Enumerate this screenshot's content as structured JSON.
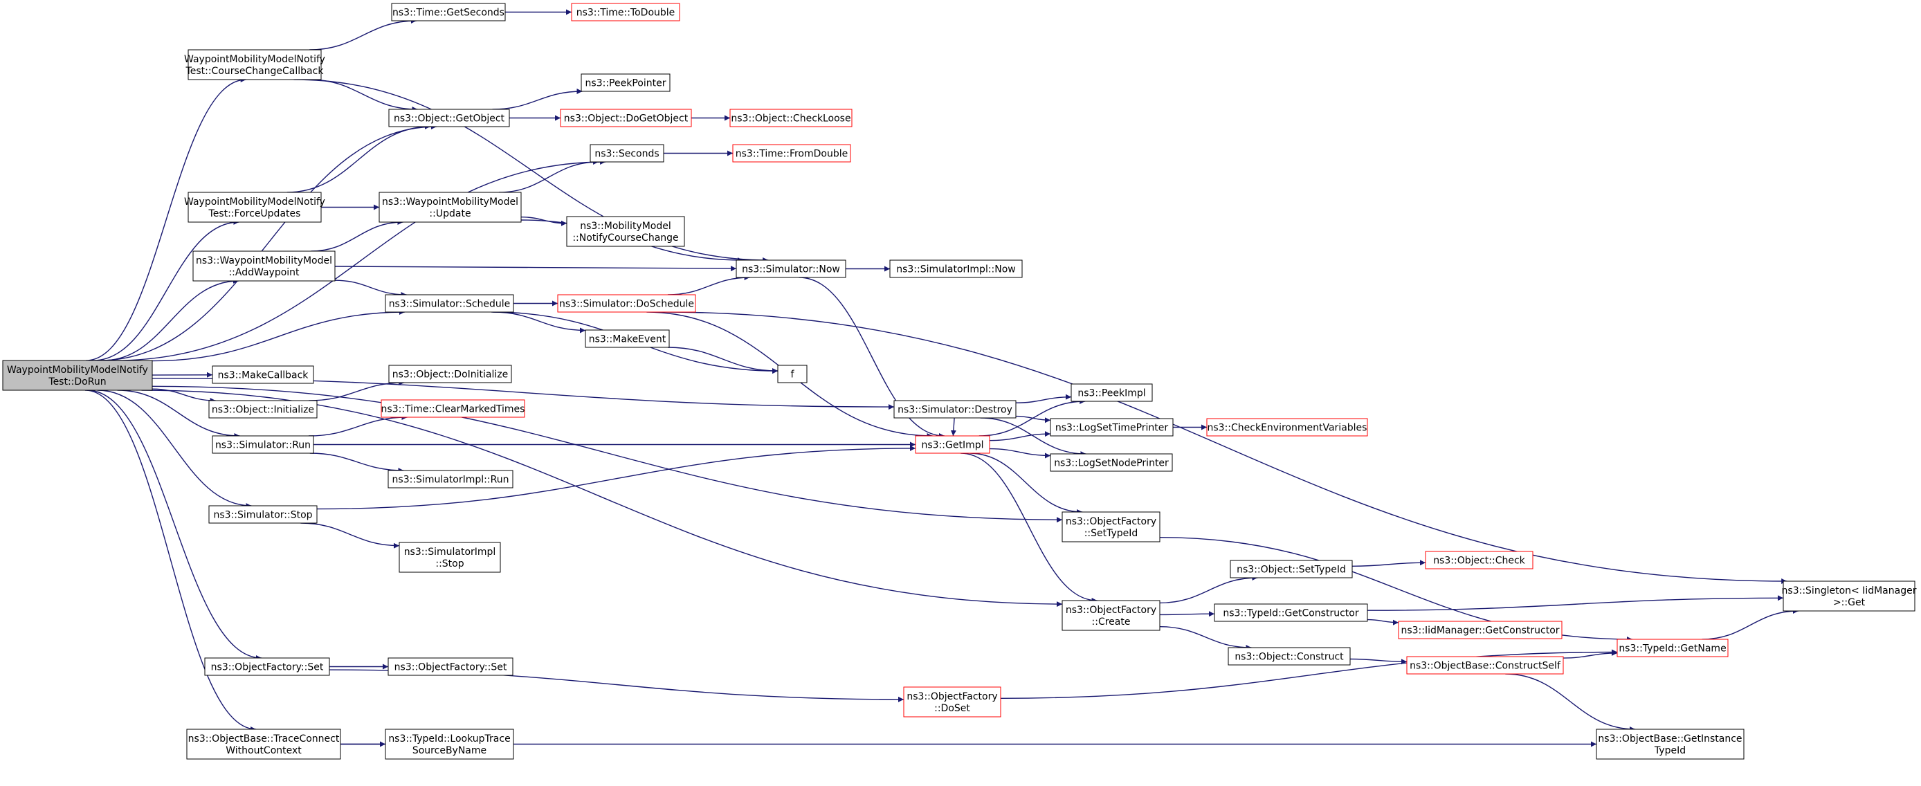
{
  "colors": {
    "edge": "#191970",
    "node_border": "#000000",
    "node_undocumented_border": "#ff0000",
    "root_fill": "#bfbfbf",
    "node_fill": "#ffffff"
  },
  "nodes": [
    {
      "id": "root",
      "lines": [
        "WaypointMobilityModelNotify",
        "Test::DoRun"
      ],
      "style": "root"
    },
    {
      "id": "ccc",
      "lines": [
        "WaypointMobilityModelNotify",
        "Test::CourseChangeCallback"
      ],
      "style": "normal"
    },
    {
      "id": "fu",
      "lines": [
        "WaypointMobilityModelNotify",
        "Test::ForceUpdates"
      ],
      "style": "normal"
    },
    {
      "id": "aw",
      "lines": [
        "ns3::WaypointMobilityModel",
        "::AddWaypoint"
      ],
      "style": "normal"
    },
    {
      "id": "mc",
      "lines": [
        "ns3::MakeCallback"
      ],
      "style": "normal"
    },
    {
      "id": "oi",
      "lines": [
        "ns3::Object::Initialize"
      ],
      "style": "normal"
    },
    {
      "id": "sr",
      "lines": [
        "ns3::Simulator::Run"
      ],
      "style": "normal"
    },
    {
      "id": "sst",
      "lines": [
        "ns3::Simulator::Stop"
      ],
      "style": "normal"
    },
    {
      "id": "ofs",
      "lines": [
        "ns3::ObjectFactory::Set"
      ],
      "style": "normal"
    },
    {
      "id": "tc",
      "lines": [
        "ns3::ObjectBase::TraceConnect",
        "WithoutContext"
      ],
      "style": "normal"
    },
    {
      "id": "tgs",
      "lines": [
        "ns3::Time::GetSeconds"
      ],
      "style": "normal"
    },
    {
      "id": "go",
      "lines": [
        "ns3::Object::GetObject"
      ],
      "style": "normal"
    },
    {
      "id": "sec",
      "lines": [
        "ns3::Seconds"
      ],
      "style": "normal"
    },
    {
      "id": "wu",
      "lines": [
        "ns3::WaypointMobilityModel",
        "::Update"
      ],
      "style": "normal"
    },
    {
      "id": "ssch",
      "lines": [
        "ns3::Simulator::Schedule"
      ],
      "style": "normal"
    },
    {
      "id": "odi",
      "lines": [
        "ns3::Object::DoInitialize"
      ],
      "style": "normal"
    },
    {
      "id": "tcmt",
      "lines": [
        "ns3::Time::ClearMarkedTimes"
      ],
      "style": "undocumented"
    },
    {
      "id": "sir",
      "lines": [
        "ns3::SimulatorImpl::Run"
      ],
      "style": "normal"
    },
    {
      "id": "sis",
      "lines": [
        "ns3::SimulatorImpl",
        "::Stop"
      ],
      "style": "normal"
    },
    {
      "id": "ofs2",
      "lines": [
        "ns3::ObjectFactory::Set"
      ],
      "style": "normal"
    },
    {
      "id": "tlt",
      "lines": [
        "ns3::TypeId::LookupTrace",
        "SourceByName"
      ],
      "style": "normal"
    },
    {
      "id": "ttd",
      "lines": [
        "ns3::Time::ToDouble"
      ],
      "style": "undocumented"
    },
    {
      "id": "pp",
      "lines": [
        "ns3::PeekPointer"
      ],
      "style": "normal"
    },
    {
      "id": "odgo",
      "lines": [
        "ns3::Object::DoGetObject"
      ],
      "style": "undocumented"
    },
    {
      "id": "ocl",
      "lines": [
        "ns3::Object::CheckLoose"
      ],
      "style": "undocumented"
    },
    {
      "id": "tfd",
      "lines": [
        "ns3::Time::FromDouble"
      ],
      "style": "undocumented"
    },
    {
      "id": "mmncc",
      "lines": [
        "ns3::MobilityModel",
        "::NotifyCourseChange"
      ],
      "style": "normal"
    },
    {
      "id": "snow",
      "lines": [
        "ns3::Simulator::Now"
      ],
      "style": "normal"
    },
    {
      "id": "sinow",
      "lines": [
        "ns3::SimulatorImpl::Now"
      ],
      "style": "normal"
    },
    {
      "id": "sds",
      "lines": [
        "ns3::Simulator::DoSchedule"
      ],
      "style": "undocumented"
    },
    {
      "id": "me",
      "lines": [
        "ns3::MakeEvent"
      ],
      "style": "normal"
    },
    {
      "id": "f",
      "lines": [
        "f"
      ],
      "style": "normal"
    },
    {
      "id": "sdes",
      "lines": [
        "ns3::Simulator::Destroy"
      ],
      "style": "normal"
    },
    {
      "id": "gi",
      "lines": [
        "ns3::GetImpl"
      ],
      "style": "undocumented"
    },
    {
      "id": "pi",
      "lines": [
        "ns3::PeekImpl"
      ],
      "style": "normal"
    },
    {
      "id": "ltp",
      "lines": [
        "ns3::LogSetTimePrinter"
      ],
      "style": "normal"
    },
    {
      "id": "lnp",
      "lines": [
        "ns3::LogSetNodePrinter"
      ],
      "style": "normal"
    },
    {
      "id": "cev",
      "lines": [
        "ns3::CheckEnvironmentVariables"
      ],
      "style": "undocumented"
    },
    {
      "id": "ofst",
      "lines": [
        "ns3::ObjectFactory",
        "::SetTypeId"
      ],
      "style": "normal"
    },
    {
      "id": "ofc",
      "lines": [
        "ns3::ObjectFactory",
        "::Create"
      ],
      "style": "normal"
    },
    {
      "id": "ost",
      "lines": [
        "ns3::Object::SetTypeId"
      ],
      "style": "normal"
    },
    {
      "id": "oc",
      "lines": [
        "ns3::Object::Check"
      ],
      "style": "undocumented"
    },
    {
      "id": "tgc",
      "lines": [
        "ns3::TypeId::GetConstructor"
      ],
      "style": "normal"
    },
    {
      "id": "imgc",
      "lines": [
        "ns3::IidManager::GetConstructor"
      ],
      "style": "undocumented"
    },
    {
      "id": "ocon",
      "lines": [
        "ns3::Object::Construct"
      ],
      "style": "normal"
    },
    {
      "id": "obcs",
      "lines": [
        "ns3::ObjectBase::ConstructSelf"
      ],
      "style": "undocumented"
    },
    {
      "id": "tgn",
      "lines": [
        "ns3::TypeId::GetName"
      ],
      "style": "undocumented"
    },
    {
      "id": "singget",
      "lines": [
        "ns3::Singleton< IidManager",
        ">::Get"
      ],
      "style": "normal"
    },
    {
      "id": "ofdos",
      "lines": [
        "ns3::ObjectFactory",
        "::DoSet"
      ],
      "style": "undocumented"
    },
    {
      "id": "obgit",
      "lines": [
        "ns3::ObjectBase::GetInstance",
        "TypeId"
      ],
      "style": "normal"
    }
  ],
  "edges": [
    [
      "root",
      "ccc"
    ],
    [
      "root",
      "go"
    ],
    [
      "root",
      "sec"
    ],
    [
      "root",
      "fu"
    ],
    [
      "root",
      "aw"
    ],
    [
      "root",
      "ssch"
    ],
    [
      "root",
      "mc"
    ],
    [
      "root",
      "oi"
    ],
    [
      "root",
      "sr"
    ],
    [
      "root",
      "sst"
    ],
    [
      "root",
      "sdes"
    ],
    [
      "root",
      "ofst"
    ],
    [
      "root",
      "ofc"
    ],
    [
      "root",
      "ofs"
    ],
    [
      "root",
      "tc"
    ],
    [
      "ccc",
      "tgs"
    ],
    [
      "ccc",
      "snow"
    ],
    [
      "ccc",
      "go"
    ],
    [
      "tgs",
      "ttd"
    ],
    [
      "go",
      "pp"
    ],
    [
      "go",
      "odgo"
    ],
    [
      "odgo",
      "ocl"
    ],
    [
      "sec",
      "tfd"
    ],
    [
      "fu",
      "go"
    ],
    [
      "fu",
      "wu"
    ],
    [
      "wu",
      "sec"
    ],
    [
      "wu",
      "mmncc"
    ],
    [
      "wu",
      "snow"
    ],
    [
      "aw",
      "wu"
    ],
    [
      "aw",
      "snow"
    ],
    [
      "aw",
      "ssch"
    ],
    [
      "snow",
      "sinow"
    ],
    [
      "snow",
      "gi"
    ],
    [
      "ssch",
      "sds"
    ],
    [
      "ssch",
      "me"
    ],
    [
      "ssch",
      "f"
    ],
    [
      "sds",
      "snow"
    ],
    [
      "sds",
      "gi"
    ],
    [
      "sds",
      "singget"
    ],
    [
      "me",
      "f"
    ],
    [
      "oi",
      "odi"
    ],
    [
      "sr",
      "tcmt"
    ],
    [
      "sr",
      "gi"
    ],
    [
      "sr",
      "sir"
    ],
    [
      "sst",
      "gi"
    ],
    [
      "sst",
      "sis"
    ],
    [
      "sdes",
      "pi"
    ],
    [
      "sdes",
      "ltp"
    ],
    [
      "sdes",
      "lnp"
    ],
    [
      "sdes",
      "gi"
    ],
    [
      "gi",
      "pi"
    ],
    [
      "gi",
      "ltp"
    ],
    [
      "gi",
      "lnp"
    ],
    [
      "gi",
      "ofst"
    ],
    [
      "gi",
      "ofc"
    ],
    [
      "ltp",
      "cev"
    ],
    [
      "ofst",
      "tgn"
    ],
    [
      "ofc",
      "ost"
    ],
    [
      "ofc",
      "tgc"
    ],
    [
      "ofc",
      "ocon"
    ],
    [
      "ost",
      "oc"
    ],
    [
      "tgc",
      "singget"
    ],
    [
      "tgc",
      "imgc"
    ],
    [
      "ocon",
      "obcs"
    ],
    [
      "obcs",
      "tgn"
    ],
    [
      "obcs",
      "obgit"
    ],
    [
      "tgn",
      "singget"
    ],
    [
      "ofs",
      "ofs2"
    ],
    [
      "ofs",
      "ofdos"
    ],
    [
      "ofdos",
      "tgn"
    ],
    [
      "tc",
      "tlt"
    ],
    [
      "tc",
      "obgit"
    ]
  ]
}
